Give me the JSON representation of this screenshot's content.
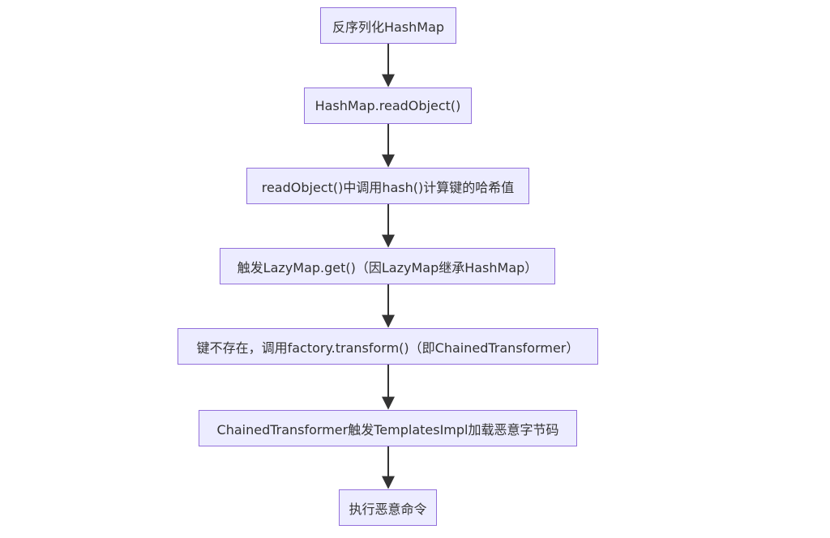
{
  "flowchart": {
    "nodes": [
      "反序列化HashMap",
      "HashMap.readObject()",
      "readObject()中调用hash()计算键的哈希值",
      "触发LazyMap.get()（因LazyMap继承HashMap）",
      "键不存在，调用factory.transform()（即ChainedTransformer）",
      "ChainedTransformer触发TemplatesImpl加载恶意字节码",
      "执行恶意命令"
    ],
    "colors": {
      "node_fill": "#ececff",
      "node_border": "#9370db",
      "arrow": "#333333",
      "text": "#333333"
    }
  }
}
